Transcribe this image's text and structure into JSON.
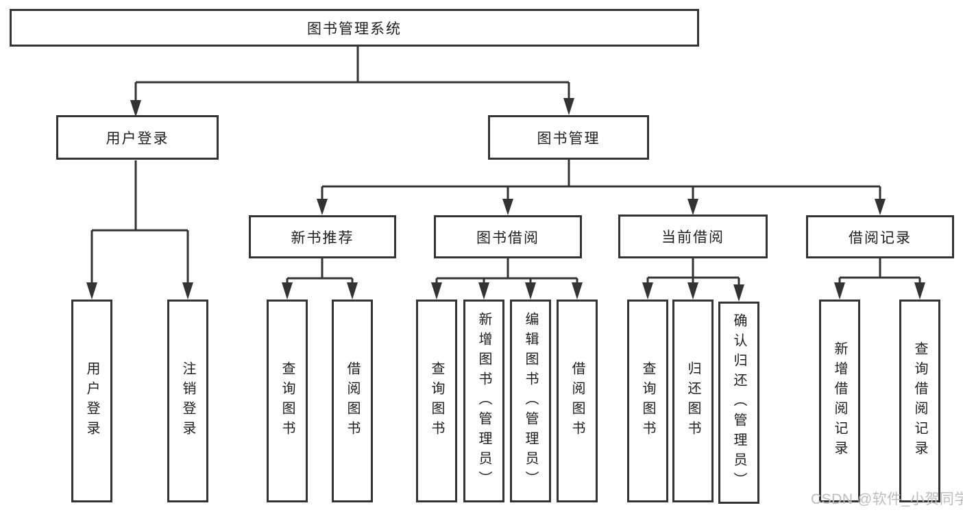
{
  "diagram": {
    "root": "图书管理系统",
    "branches": [
      {
        "label": "用户登录",
        "children": [
          "用户登录",
          "注销登录"
        ]
      },
      {
        "label": "图书管理",
        "sections": [
          {
            "label": "新书推荐",
            "children": [
              "查询图书",
              "借阅图书"
            ]
          },
          {
            "label": "图书借阅",
            "children": [
              "查询图书",
              "新增图书（管理员）",
              "编辑图书（管理员）",
              "借阅图书"
            ]
          },
          {
            "label": "当前借阅",
            "children": [
              "查询图书",
              "归还图书",
              "确认归还（管理员）"
            ]
          },
          {
            "label": "借阅记录",
            "children": [
              "新增借阅记录",
              "查询借阅记录"
            ]
          }
        ]
      }
    ]
  },
  "watermark": "CSDN @软件_小贺同学",
  "colors": {
    "line": "#333333",
    "text": "#1d1d1d",
    "background": "#ffffff",
    "watermark": "#bcbcbc"
  }
}
